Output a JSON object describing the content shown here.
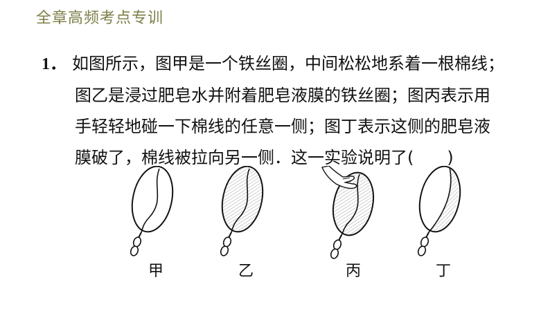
{
  "header": {
    "title": "全章高频考点专训"
  },
  "question": {
    "number": "1．",
    "lines": [
      "如图所示，图甲是一个铁丝圈，中间松松地系着一根棉线；",
      "图乙是浸过肥皂水并附着肥皂液膜的铁丝圈；图丙表示用",
      "手轻轻地碰一下棉线的任意一侧；图丁表示这侧的肥皂液",
      "膜破了，棉线被拉向另一侧．这一实验说明了(　　)"
    ]
  },
  "figures": [
    {
      "label": "甲"
    },
    {
      "label": "乙"
    },
    {
      "label": "丙"
    },
    {
      "label": "丁"
    }
  ]
}
